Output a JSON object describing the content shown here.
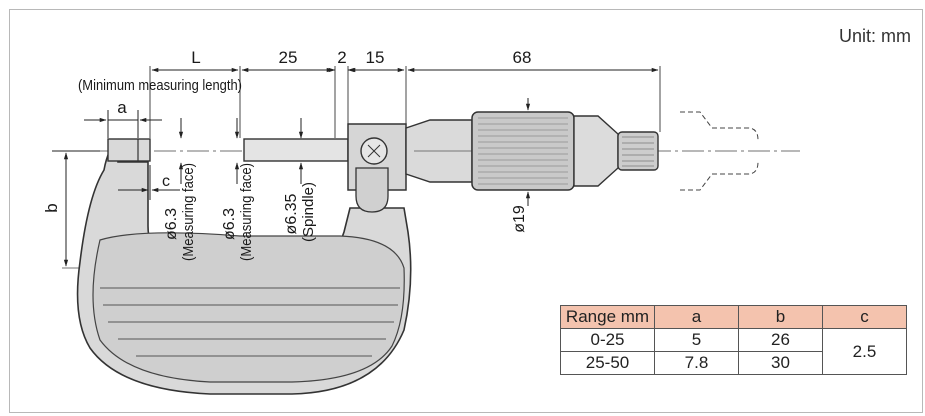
{
  "unit_label": "Unit: mm",
  "dimensions": {
    "L": "L",
    "d25": "25",
    "d2": "2",
    "d15": "15",
    "d68": "68",
    "min_len": "(Minimum measuring length)",
    "a": "a",
    "b": "b",
    "c": "c",
    "phi63_left": "ø6.3",
    "face_left": "(Measuring face)",
    "phi63_right": "ø6.3",
    "face_right": "(Measuring face)",
    "phi635": "ø6.35",
    "spindle": "(Spindle)",
    "phi19": "ø19"
  },
  "table": {
    "headers": [
      "Range mm",
      "a",
      "b",
      "c"
    ],
    "rows": [
      {
        "range": "0-25",
        "a": "5",
        "b": "26"
      },
      {
        "range": "25-50",
        "a": "7.8",
        "b": "30"
      }
    ],
    "c_value": "2.5"
  },
  "colors": {
    "frame_fill": "#d9d9d9",
    "table_header": "#f4c3ae"
  }
}
